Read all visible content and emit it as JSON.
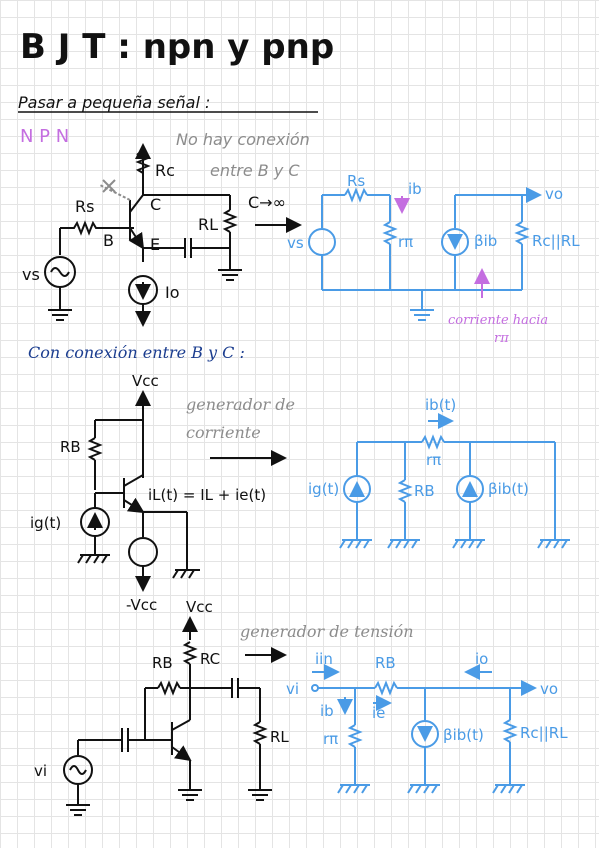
{
  "colors": {
    "ink": "#111111",
    "blue": "#4a9be6",
    "navy": "#1b3d8f",
    "purple": "#c46ee0",
    "gray": "#8c8c8c"
  },
  "title": "B J T : npn y pnp",
  "subtitle": "Pasar a pequeña señal :",
  "npn_label": "N P N",
  "note_no_connection_1": "No hay conexión",
  "note_no_connection_2": "entre B y C",
  "section1": {
    "Rc": "Rc",
    "C": "C",
    "Rs": "Rs",
    "B": "B",
    "E": "E",
    "RL": "RL",
    "vs": "vs",
    "Io": "Io",
    "arrow_label": "C→∞"
  },
  "section1_small": {
    "Rs": "Rs",
    "ib": "ib",
    "vo": "vo",
    "vs": "vs",
    "rpi": "rπ",
    "beta_ib": "βib",
    "RcRL": "Rc||RL",
    "note_1": "corriente hacia",
    "note_2": "rπ"
  },
  "section2_title": "Con conexión entre B y C :",
  "section2": {
    "vcc": "Vcc",
    "rb": "RB",
    "ig": "ig(t)",
    "ie_eq": "iL(t) = IL + ie(t)",
    "neg_vcc": "-Vcc",
    "note_1": "generador de",
    "note_2": "corriente"
  },
  "section2_small": {
    "ib_t": "ib(t)",
    "rpi": "rπ",
    "ig": "ig(t)",
    "rb": "RB",
    "beta_ib": "βib(t)"
  },
  "section3": {
    "vcc": "Vcc",
    "rb": "RB",
    "rc": "RC",
    "rl": "RL",
    "vi": "vi",
    "note": "generador de tensión"
  },
  "section3_small": {
    "iin": "iin",
    "rb": "RB",
    "io": "io",
    "vi": "vi",
    "vo": "vo",
    "ib": "ib",
    "ie": "ie",
    "rpi": "rπ",
    "beta_ib": "βib(t)",
    "RcRL": "Rc||RL"
  }
}
